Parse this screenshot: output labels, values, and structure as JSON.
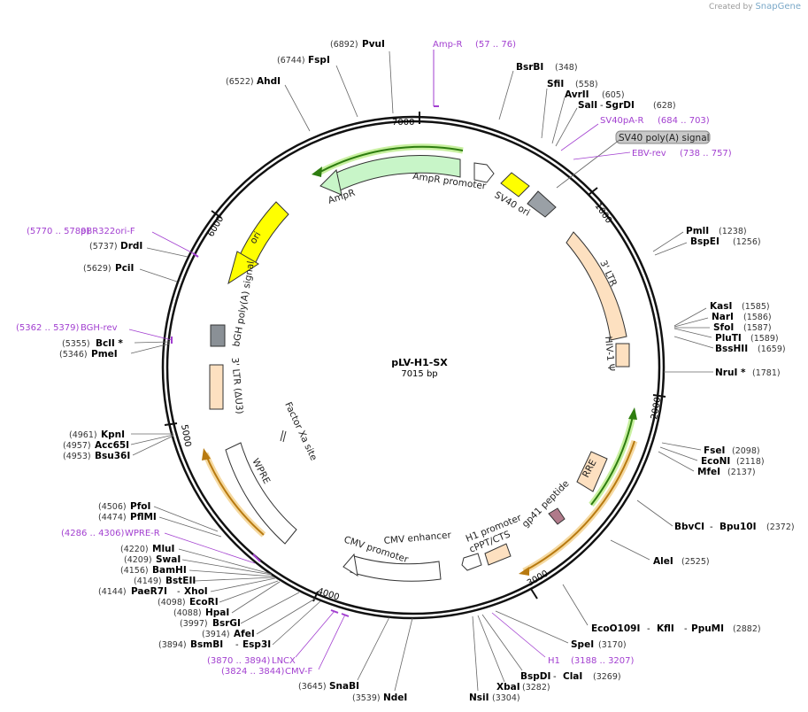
{
  "brand": {
    "created_by": "Created by",
    "name": "SnapGene"
  },
  "plasmid": {
    "name": "pLV-H1-SX",
    "size_label": "7015 bp"
  },
  "colors": {
    "ring": "#111111",
    "primer": "#a23fd0",
    "amp": "#c8f5c8",
    "ori": "#ffff00",
    "ltr": "#fde0c0",
    "sv40": "#ffff00",
    "signal": "#999999",
    "gp41": "#b07a8a",
    "arrow_green": "#3a9a12",
    "arrow_orange": "#d99420"
  },
  "ticks": [
    "7000",
    "1000",
    "2000",
    "3000",
    "4000",
    "5000",
    "6000"
  ],
  "right_labels": [
    {
      "enz": "BsrBI",
      "pos": "(348)"
    },
    {
      "enz": "SfiI",
      "pos": "(558)"
    },
    {
      "enz": "AvrII",
      "pos": "(605)"
    },
    {
      "enz": "SalI",
      "enz2": "SgrDI",
      "pos": "(628)"
    },
    {
      "primer": "SV40pA-R",
      "pos": "(684 .. 703)"
    },
    {
      "primer": "EBV-rev",
      "pos": "(738 .. 757)"
    },
    {
      "enz": "PmlI",
      "pos": "(1238)"
    },
    {
      "enz": "BspEI",
      "pos": "(1256)"
    },
    {
      "enz": "KasI",
      "pos": "(1585)"
    },
    {
      "enz": "NarI",
      "pos": "(1586)"
    },
    {
      "enz": "SfoI",
      "pos": "(1587)"
    },
    {
      "enz": "PluTI",
      "pos": "(1589)"
    },
    {
      "enz": "BssHII",
      "pos": "(1659)"
    },
    {
      "enz": "NruI *",
      "pos": "(1781)"
    },
    {
      "enz": "FseI",
      "pos": "(2098)"
    },
    {
      "enz": "EcoNI",
      "pos": "(2118)"
    },
    {
      "enz": "MfeI",
      "pos": "(2137)"
    },
    {
      "enz": "BbvCI",
      "enz2": "Bpu10I",
      "pos": "(2372)"
    },
    {
      "enz": "AleI",
      "pos": "(2525)"
    },
    {
      "enz": "EcoO109I",
      "enz2": "KflI",
      "enz3": "PpuMI",
      "pos": "(2882)"
    },
    {
      "enz": "SpeI",
      "pos": "(3170)"
    },
    {
      "primer": "H1",
      "pos": "(3188 .. 3207)"
    },
    {
      "enz": "BspDI",
      "enz2": "ClaI",
      "pos": "(3269)"
    },
    {
      "enz": "XbaI",
      "pos": "(3282)"
    },
    {
      "enz": "NsiI",
      "pos": "(3304)"
    },
    {
      "enz": "NdeI",
      "pos": "(3539)"
    },
    {
      "enz": "SnaBI",
      "pos": "(3645)"
    }
  ],
  "left_labels": [
    {
      "enz": "PvuI",
      "pos": "(6892)"
    },
    {
      "primer": "Amp-R",
      "pos": "(57 .. 76)"
    },
    {
      "enz": "FspI",
      "pos": "(6744)"
    },
    {
      "enz": "AhdI",
      "pos": "(6522)"
    },
    {
      "primer": "pBR322ori-F",
      "pos": "(5770 .. 5789)"
    },
    {
      "enz": "DrdI",
      "pos": "(5737)"
    },
    {
      "enz": "PciI",
      "pos": "(5629)"
    },
    {
      "primer": "BGH-rev",
      "pos": "(5362 .. 5379)"
    },
    {
      "enz": "BclI *",
      "pos": "(5355)"
    },
    {
      "enz": "PmeI",
      "pos": "(5346)"
    },
    {
      "enz": "KpnI",
      "pos": "(4961)"
    },
    {
      "enz": "Acc65I",
      "pos": "(4957)"
    },
    {
      "enz": "Bsu36I",
      "pos": "(4953)"
    },
    {
      "enz": "PfoI",
      "pos": "(4506)"
    },
    {
      "enz": "PflMI",
      "pos": "(4474)"
    },
    {
      "primer": "WPRE-R",
      "pos": "(4286 .. 4306)"
    },
    {
      "enz": "MluI",
      "pos": "(4220)"
    },
    {
      "enz": "SwaI",
      "pos": "(4209)"
    },
    {
      "enz": "BamHI",
      "pos": "(4156)"
    },
    {
      "enz": "BstEII",
      "pos": "(4149)"
    },
    {
      "enz": "PaeR7I",
      "enz2": "XhoI",
      "pos": "(4144)"
    },
    {
      "enz": "EcoRI",
      "pos": "(4098)"
    },
    {
      "enz": "HpaI",
      "pos": "(4088)"
    },
    {
      "enz": "BsrGI",
      "pos": "(3997)"
    },
    {
      "enz": "AfeI",
      "pos": "(3914)"
    },
    {
      "enz": "BsmBI",
      "enz2": "Esp3I",
      "pos": "(3894)"
    },
    {
      "primer": "LNCX",
      "pos": "(3870 .. 3894)"
    },
    {
      "primer": "CMV-F",
      "pos": "(3824 .. 3844)"
    }
  ],
  "features": {
    "sv40_label": "SV40 poly(A) signal",
    "sv40_ori": "SV40 ori",
    "ampr_promoter": "AmpR promoter",
    "ampr": "AmpR",
    "ori": "ori",
    "bgh": "bGH poly(A) signal",
    "ltr3_du3": "3' LTR (ΔU3)",
    "factor_xa": "Factor Xa site",
    "wpre": "WPRE",
    "cmv_promoter": "CMV promoter",
    "cmv_enhancer": "CMV enhancer",
    "h1_promoter": "H1 promoter",
    "cppt": "cPPT/CTS",
    "gp41": "gp41 peptide",
    "rre": "RRE",
    "psi": "HIV-1 Ψ",
    "ltr3": "3' LTR"
  }
}
